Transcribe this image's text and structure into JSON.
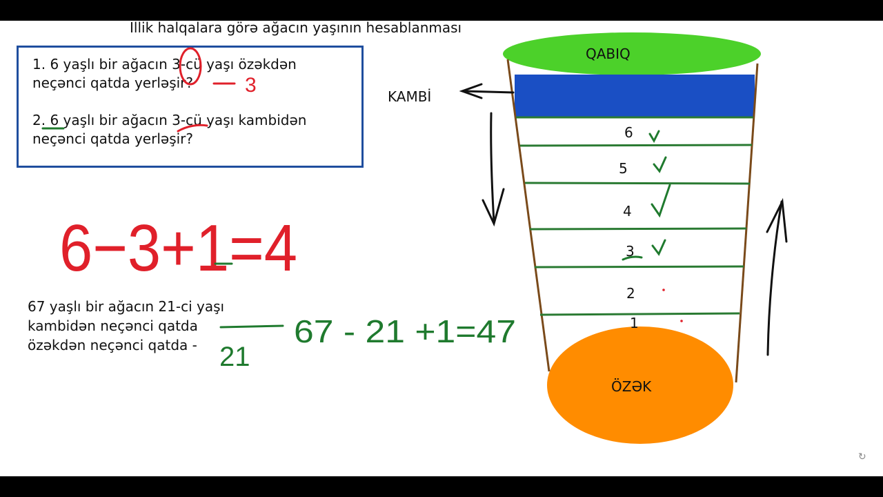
{
  "title": "Illik halqalara görə ağacın yaşının hesablanması",
  "questions": {
    "q1": "1. 6 yaşlı bir ağacın 3-cü yaşı özəkdən\nneçənci qatda yerləşir?",
    "q2": "2. 6 yaşlı bir ağacın 3-cü yaşı kambidən\nneçənci qatda yerləşir?",
    "q3": "67 yaşlı bir ağacın 21-ci yaşı\nkambidən neçənci qatda\nözəkdən neçənci qatda -"
  },
  "tree": {
    "bark": "QABIQ",
    "cambium": "KAMBİ",
    "core": "ÖZƏK",
    "rings": [
      "6",
      "5",
      "4",
      "3",
      "2",
      "1"
    ]
  },
  "annotations": {
    "q1_answer": "3",
    "formula_red": "6−3+1=4",
    "q3_answer_core": "21",
    "formula_green": "67 - 21 +1=47"
  },
  "colors": {
    "bark": "#4cd12a",
    "cambium": "#1a4fc4",
    "core": "#ff8c00",
    "ink_red": "#e0202a",
    "ink_green": "#1f7a2e",
    "ring_line": "#2a7a32",
    "trunk": "#7a4a1a",
    "box_border": "#1f4e9e"
  },
  "icons": [
    "arrow-left-icon",
    "arrow-down-icon",
    "arrow-up-icon",
    "checkmark-icon",
    "cursor-icon"
  ]
}
